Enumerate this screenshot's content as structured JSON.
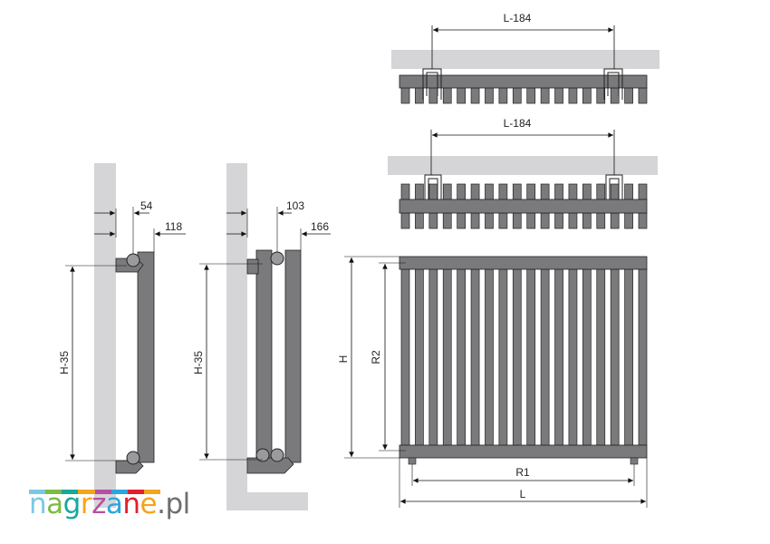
{
  "top_view_1": {
    "dimension": "L-184"
  },
  "top_view_2": {
    "dimension": "L-184"
  },
  "side_view_single": {
    "depth_inner": "54",
    "depth_outer": "118",
    "height": "H-35"
  },
  "side_view_double": {
    "depth_inner": "103",
    "depth_outer": "166",
    "height": "H-35"
  },
  "front_view": {
    "height": "H",
    "height_spacing": "R2",
    "width_spacing": "R1",
    "width": "L",
    "tube_count": 18
  },
  "logo": {
    "text": "nagrzane.pl",
    "letters": [
      "n",
      "a",
      "g",
      "r",
      "z",
      "a",
      "n",
      "e",
      ".pl"
    ],
    "colors": [
      "#7cc8e4",
      "#7dbb42",
      "#16a99b",
      "#f6a31b",
      "#b5509f",
      "#2aa6e0",
      "#e31e2d",
      "#f6a31b",
      "#6d6e70"
    ]
  },
  "colors": {
    "wall": "#d5d5d7",
    "radiator": "#7a7a7c",
    "line": "#111111"
  }
}
